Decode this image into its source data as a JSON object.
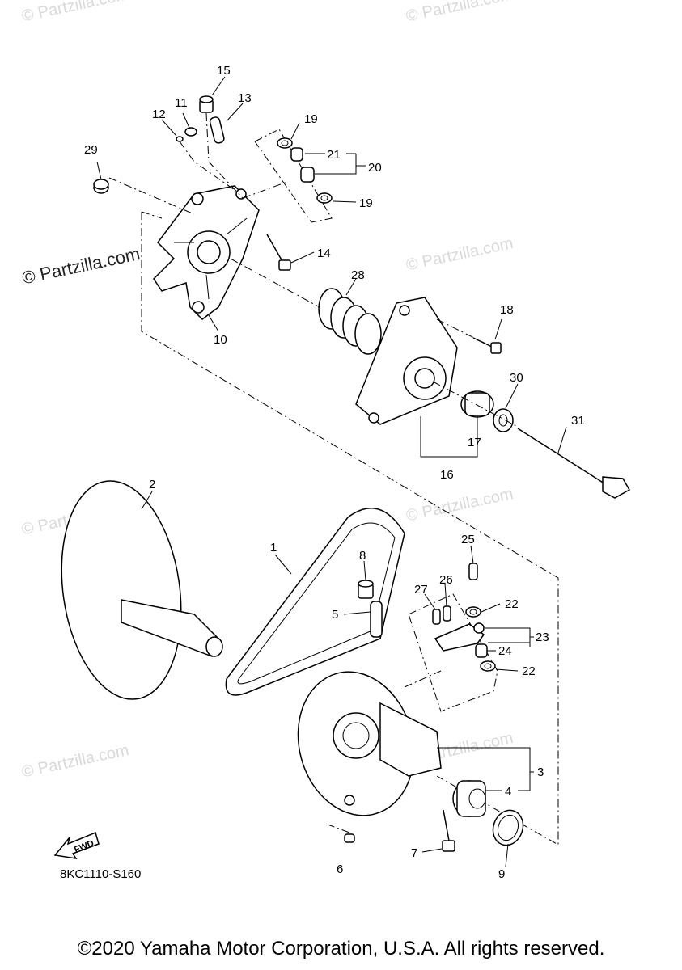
{
  "watermarks": {
    "faint": "© Partzilla.com",
    "strong": "© Partzilla.com"
  },
  "labels": {
    "p1": "1",
    "p2": "2",
    "p3": "3",
    "p4": "4",
    "p5": "5",
    "p6": "6",
    "p7": "7",
    "p8": "8",
    "p9": "9",
    "p10": "10",
    "p11": "11",
    "p12": "12",
    "p13": "13",
    "p14": "14",
    "p15": "15",
    "p16": "16",
    "p17": "17",
    "p18": "18",
    "p19a": "19",
    "p19b": "19",
    "p20": "20",
    "p21": "21",
    "p22a": "22",
    "p22b": "22",
    "p23": "23",
    "p24": "24",
    "p25": "25",
    "p26": "26",
    "p27": "27",
    "p28": "28",
    "p29": "29",
    "p30": "30",
    "p31": "31"
  },
  "fwd": "FWD",
  "diagram_code": "8KC1110-S160",
  "copyright": "©2020 Yamaha Motor Corporation, U.S.A. All rights reserved."
}
